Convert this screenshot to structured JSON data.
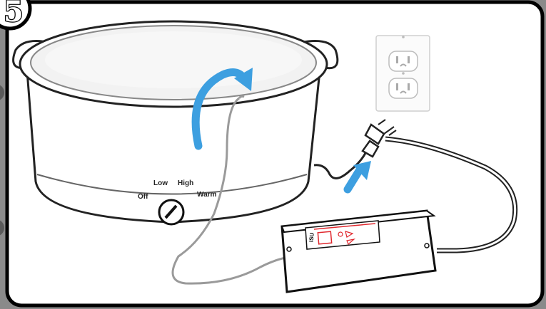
{
  "step": {
    "number": "5"
  },
  "slow_cooker": {
    "dial_labels": {
      "off": "Off",
      "low": "Low",
      "high": "High",
      "warm": "Warm"
    }
  },
  "controller": {
    "label": "ISU"
  },
  "colors": {
    "frame_border": "#000000",
    "panel_background": "#ffffff",
    "outer_background": "#8a8a8a",
    "arrow": "#3d9fe0",
    "probe_cable": "#9a9a9a",
    "indicator_red": "#e0282e"
  },
  "icons": [
    "curved-arrow-icon",
    "plug-arrow-icon",
    "wall-outlet-icon"
  ]
}
